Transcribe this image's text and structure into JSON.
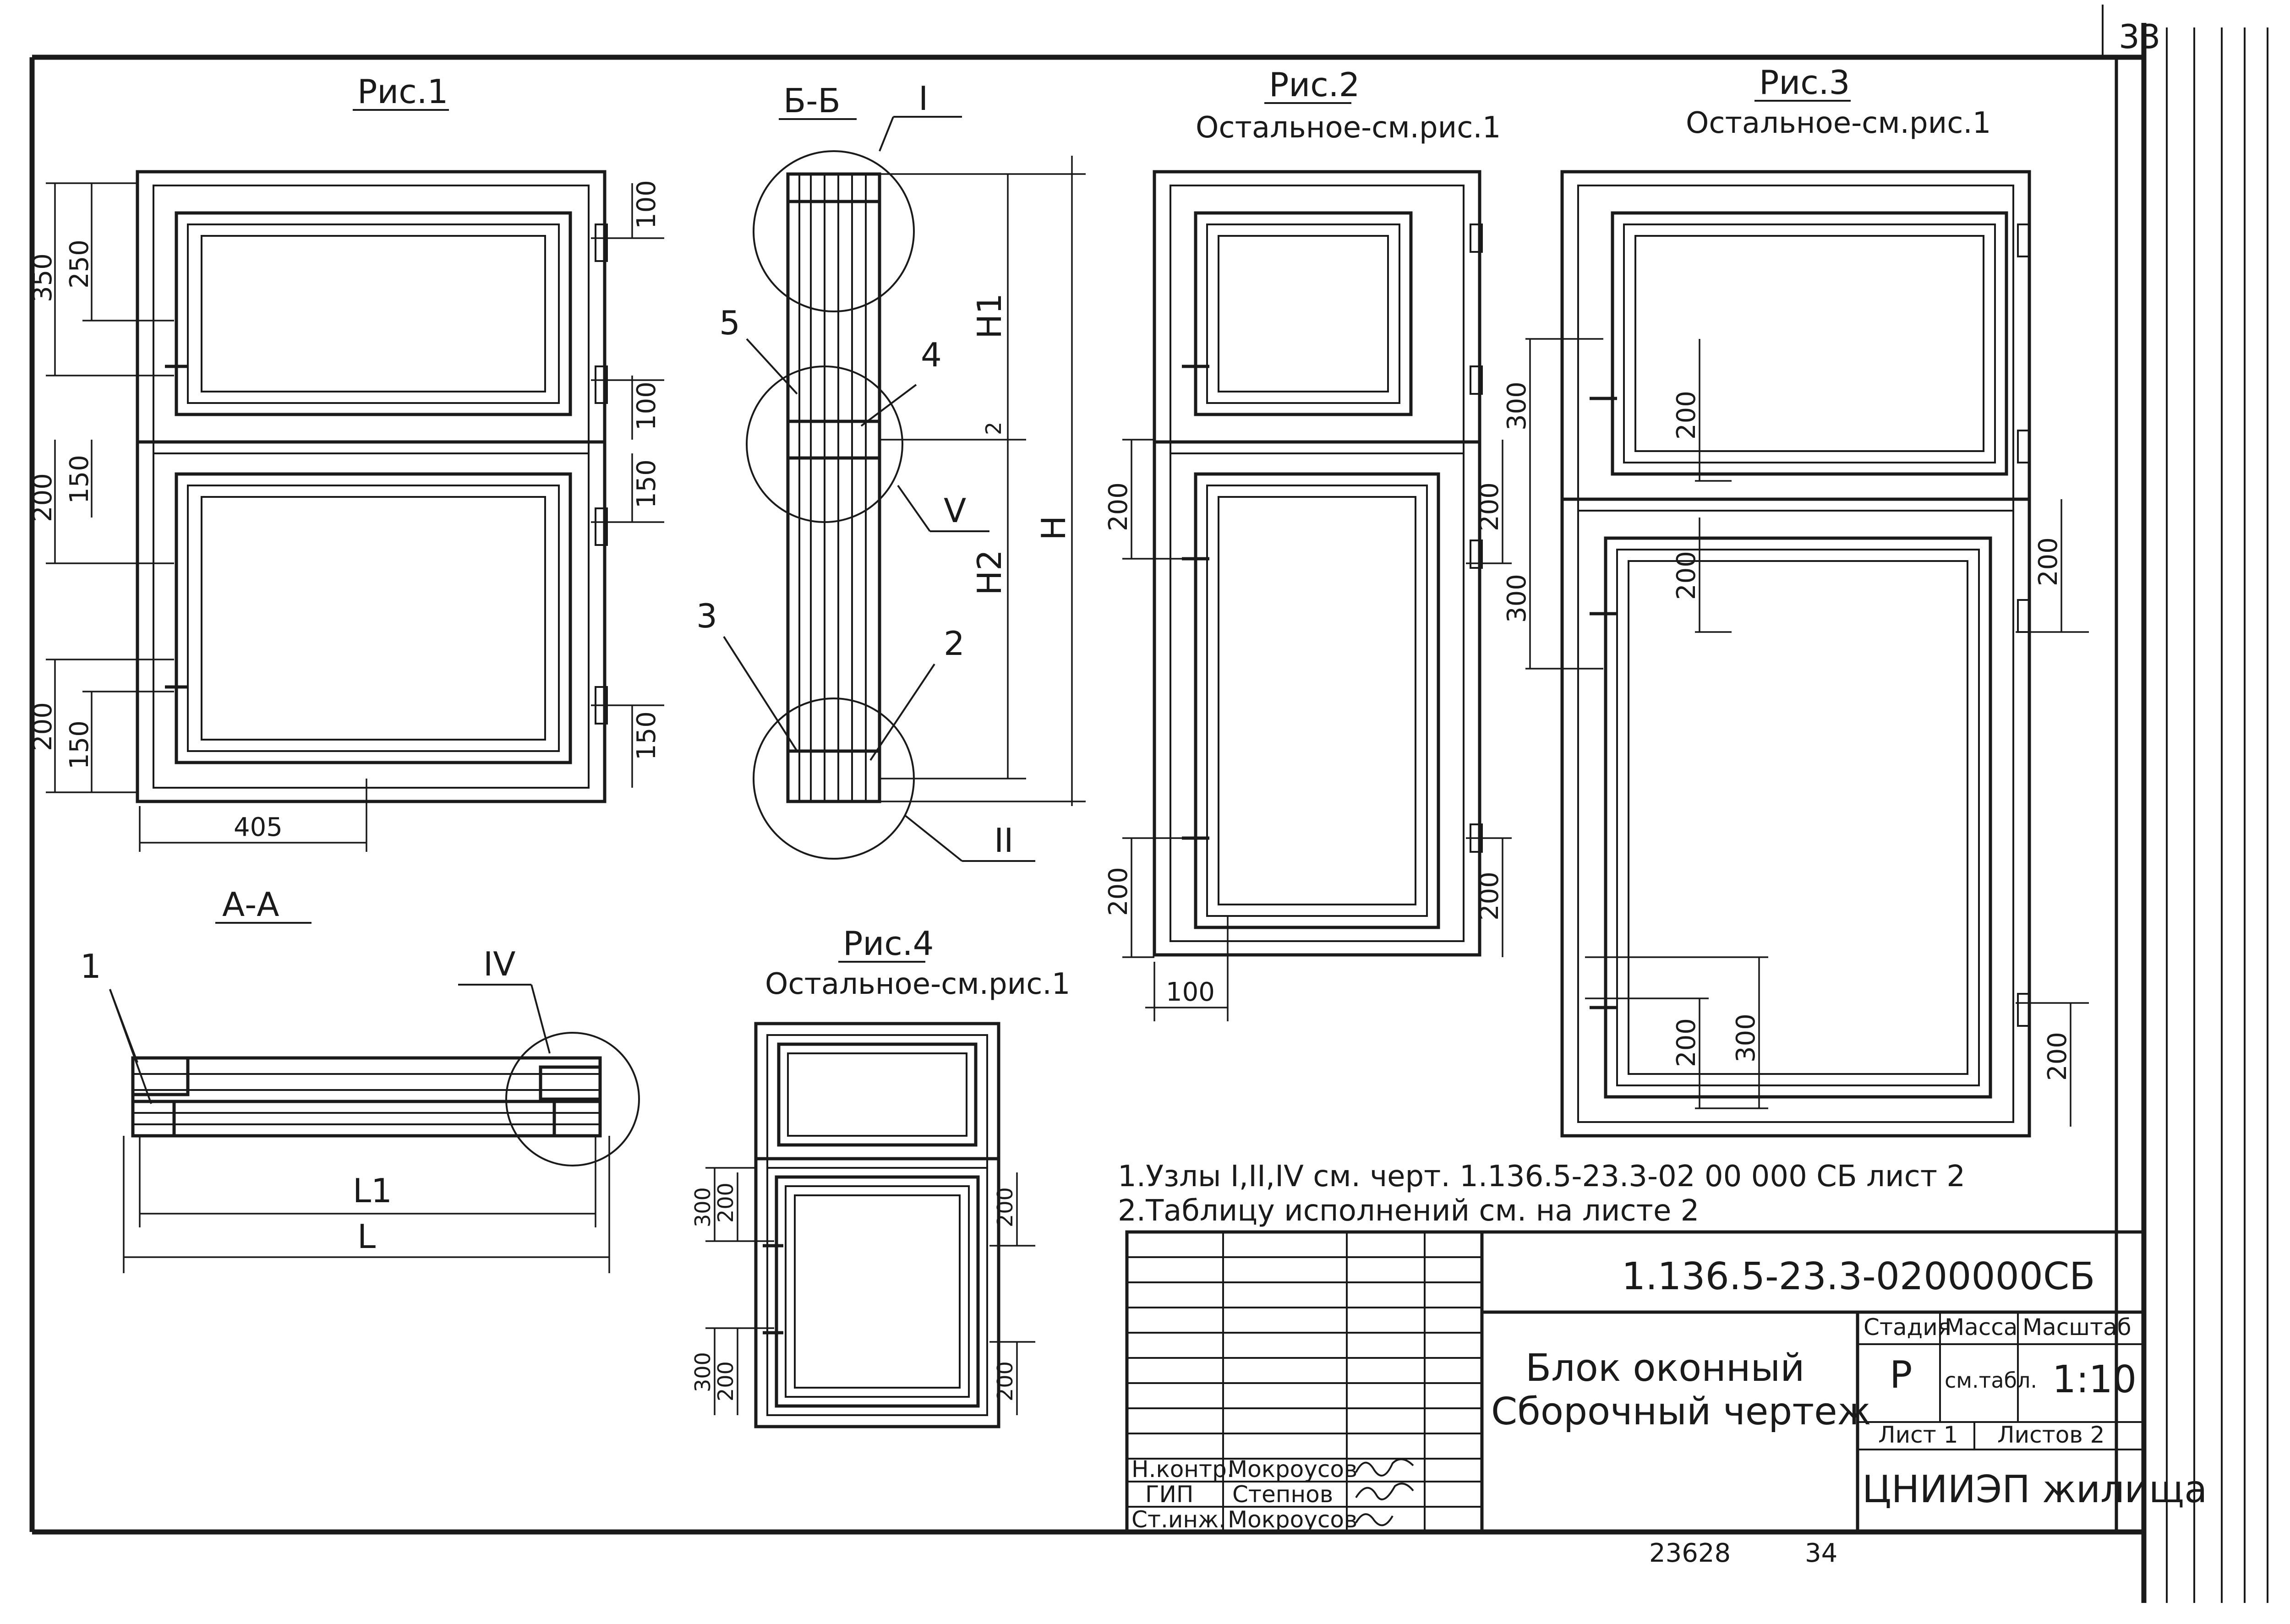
{
  "sheet_number": "33",
  "figures": {
    "fig1": {
      "title": "Рис.1",
      "dims_left": [
        "350",
        "250",
        "200",
        "150",
        "200",
        "150"
      ],
      "dims_right": [
        "100",
        "100",
        "150",
        "150"
      ],
      "dim_bottom": "405"
    },
    "fig2": {
      "title": "Рис.2",
      "subtitle": "Остальное-см.рис.1",
      "dims": [
        "200",
        "200",
        "200",
        "200",
        "100"
      ]
    },
    "fig3": {
      "title": "Рис.3",
      "subtitle": "Остальное-см.рис.1",
      "dims": [
        "300",
        "200",
        "300",
        "200",
        "200",
        "200",
        "300",
        "200"
      ]
    },
    "fig4": {
      "title": "Рис.4",
      "subtitle": "Остальное-см.рис.1",
      "dims": [
        "300",
        "200",
        "200",
        "300",
        "200",
        "200"
      ]
    },
    "section_bb": {
      "title": "Б-Б",
      "nodes": [
        "I",
        "II",
        "V"
      ],
      "positions": [
        "5",
        "4",
        "3",
        "2"
      ],
      "heights": [
        "H1",
        "H2",
        "H",
        "2"
      ]
    },
    "section_aa": {
      "title": "А-А",
      "nodes": [
        "IV"
      ],
      "positions": [
        "1"
      ],
      "widths": [
        "L1",
        "L"
      ]
    }
  },
  "notes": [
    "1.Узлы I,II,IV см. черт. 1.136.5-23.3-02 00 000 СБ лист 2",
    "2.Таблицу исполнений см. на листе 2"
  ],
  "title_block": {
    "doc_code": "1.136.5-23.3-0200000СБ",
    "name_line1": "Блок оконный",
    "name_line2": "Сборочный чертеж",
    "headers": [
      "Стадия",
      "Масса",
      "Масштаб"
    ],
    "stage": "Р",
    "mass": "см.табл.",
    "scale": "1:10",
    "sheet_label": "Лист 1",
    "sheets_label": "Листов 2",
    "organization": "ЦНИИЭП жилища",
    "signers": [
      {
        "role": "Н.контр.",
        "name": "Мокроусов"
      },
      {
        "role": "ГИП",
        "name": "Степнов"
      },
      {
        "role": "Ст.инж.",
        "name": "Мокроусов"
      }
    ]
  },
  "footer": {
    "inventory": "23628",
    "page": "34"
  }
}
